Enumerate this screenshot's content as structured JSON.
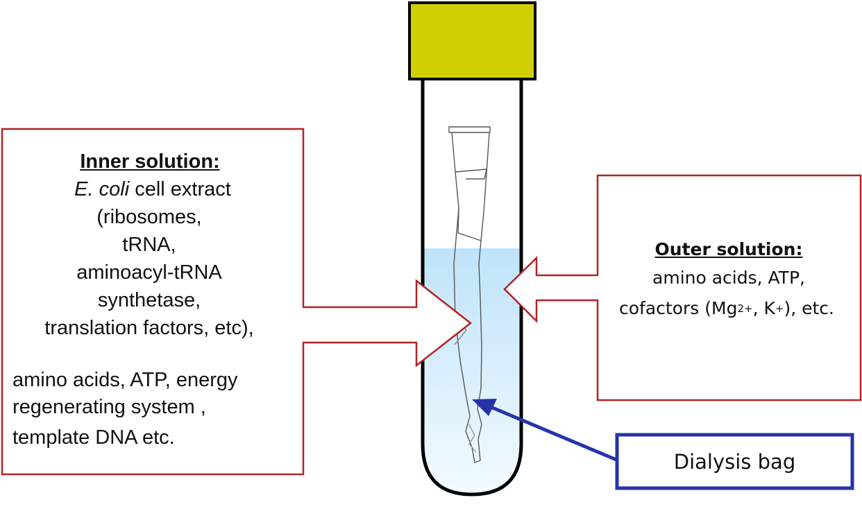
{
  "colors": {
    "cap_fill": "#d0d000",
    "tube_outline": "#000000",
    "liquid": "#bfe3fa",
    "callout_border": "#b22222",
    "dialysis_border": "#2633a8"
  },
  "inner_box": {
    "heading": "Inner solution:",
    "organism": "E. coli",
    "line1_rest": " cell extract",
    "line2": "(ribosomes,",
    "line3": "tRNA,",
    "line4": "aminoacyl-tRNA",
    "line5": "synthetase,",
    "line6": "translation factors, etc),",
    "line7": "amino acids, ATP, energy",
    "line8": "regenerating system ,",
    "line9": "template DNA etc."
  },
  "outer_box": {
    "heading": "Outer solution:",
    "line1": "amino acids, ATP,",
    "line2_a": "cofactors (Mg",
    "line2_sup1": "2+",
    "line2_b": ", K",
    "line2_sup2": "+",
    "line2_c": "), etc."
  },
  "dialysis_box": {
    "label": "Dialysis bag"
  }
}
